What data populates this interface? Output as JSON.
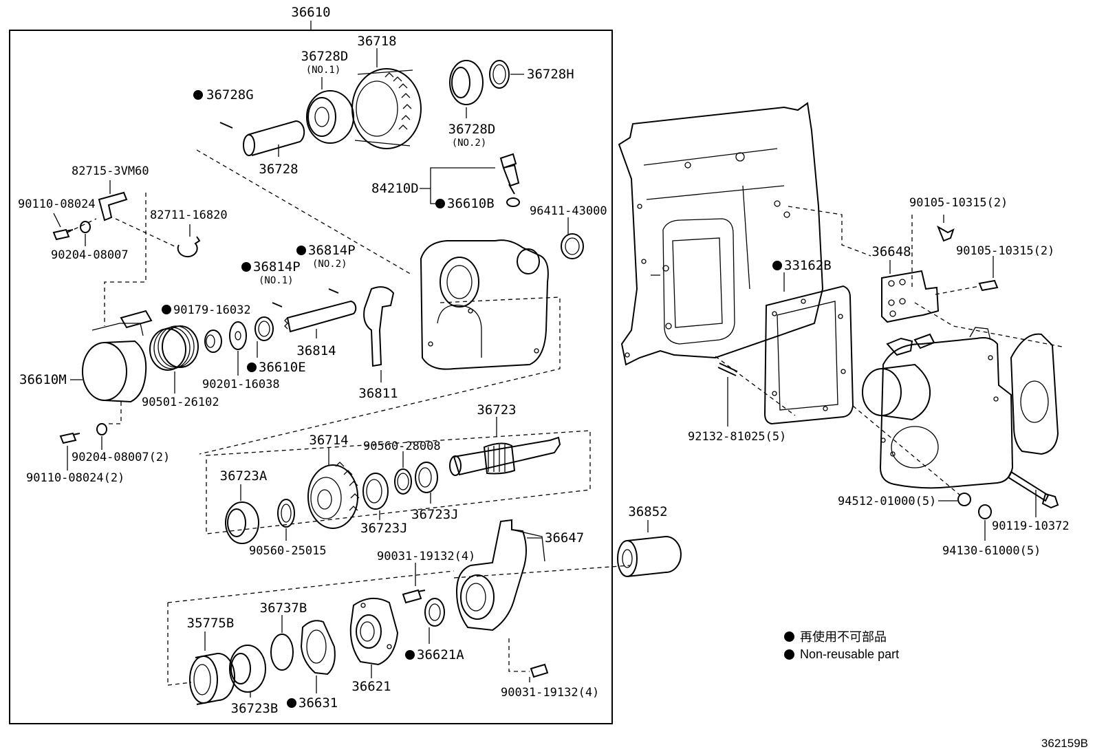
{
  "assembly_number": "36610",
  "drawing_code": "362159B",
  "legend": [
    {
      "text": "再使用不可部品"
    },
    {
      "text": "Non-reusable part"
    }
  ],
  "labels": {
    "l36718": "36718",
    "l36728D1": "36728D",
    "l36728D1_sub": "(NO.1)",
    "l36728G": "36728G",
    "l36728": "36728",
    "l36728H": "36728H",
    "l36728D2": "36728D",
    "l36728D2_sub": "(NO.2)",
    "l84210D": "84210D",
    "l36610B": "36610B",
    "l96411": "96411-43000",
    "l82715": "82715-3VM60",
    "l90110a": "90110-08024",
    "l82711": "82711-16820",
    "l90204a": "90204-08007",
    "l36814P2": "36814P",
    "l36814P2_sub": "(NO.2)",
    "l36814P1": "36814P",
    "l36814P1_sub": "(NO.1)",
    "l90179": "90179-16032",
    "l36814": "36814",
    "l36610E": "36610E",
    "l90201": "90201-16038",
    "l36610M": "36610M",
    "l90501": "90501-26102",
    "l36811": "36811",
    "l90204b": "90204-08007(2)",
    "l90110b": "90110-08024(2)",
    "l36723": "36723",
    "l36714": "36714",
    "l90560a": "90560-28008",
    "l36723A": "36723A",
    "l36723J1": "36723J",
    "l36723J2": "36723J",
    "l90560b": "90560-25015",
    "l36852": "36852",
    "l36647": "36647",
    "l90031a": "90031-19132(4)",
    "l36737B": "36737B",
    "l35775B": "35775B",
    "l36621A": "36621A",
    "l36621": "36621",
    "l36723B": "36723B",
    "l36631": "36631",
    "l90031b": "90031-19132(4)",
    "l33162B": "33162B",
    "l36648": "36648",
    "l90105a": "90105-10315(2)",
    "l90105b": "90105-10315(2)",
    "l92132": "92132-81025(5)",
    "l94512": "94512-01000(5)",
    "l90119": "90119-10372",
    "l94130": "94130-61000(5)"
  }
}
